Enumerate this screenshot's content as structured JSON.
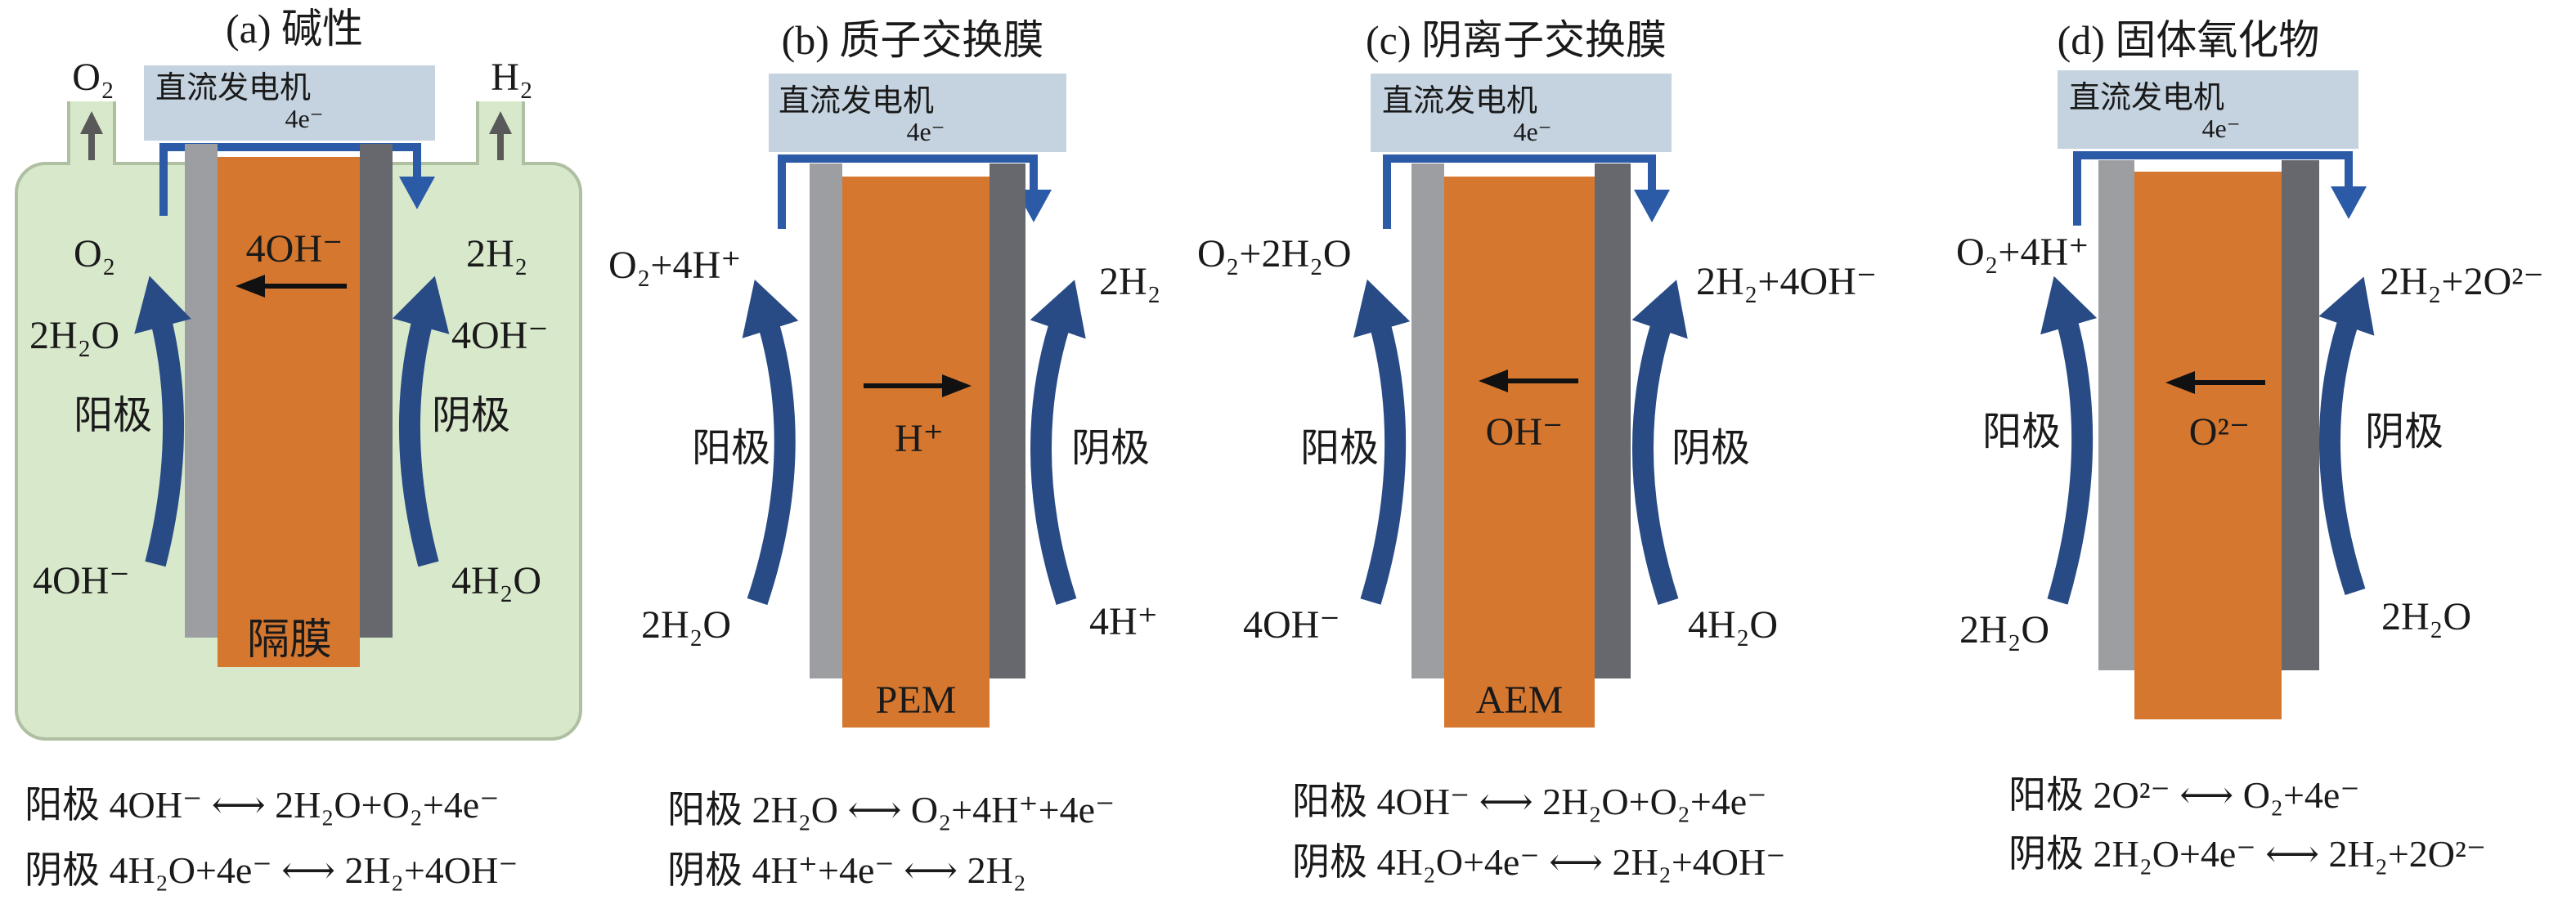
{
  "panels": [
    {
      "title": "(a) 碱性",
      "generator": {
        "label": "直流发电机",
        "electrons": "4e⁻"
      },
      "gas_outlets": {
        "left": "O₂",
        "right": "H₂"
      },
      "membrane": {
        "label": "隔膜",
        "ion": "4OH⁻",
        "ion_arrow_icon": "arrow-left-icon"
      },
      "anode": {
        "label": "阳极",
        "top": "O₂",
        "middle": "2H₂O",
        "bottom": "4OH⁻"
      },
      "cathode": {
        "label": "阴极",
        "top": "2H₂",
        "middle": "4OH⁻",
        "bottom": "4H₂O"
      },
      "equations": {
        "anode": "阳极 4OH⁻ ⟷ 2H₂O+O₂+4e⁻",
        "cathode": "阴极 4H₂O+4e⁻ ⟷ 2H₂+4OH⁻"
      }
    },
    {
      "title": "(b) 质子交换膜",
      "generator": {
        "label": "直流发电机",
        "electrons": "4e⁻"
      },
      "membrane": {
        "label": "PEM",
        "ion": "H⁺",
        "ion_arrow_icon": "arrow-right-icon"
      },
      "anode": {
        "label": "阳极",
        "top": "O₂+4H⁺",
        "bottom": "2H₂O"
      },
      "cathode": {
        "label": "阴极",
        "top": "2H₂",
        "bottom": "4H⁺"
      },
      "equations": {
        "anode": "阳极 2H₂O ⟷ O₂+4H⁺+4e⁻",
        "cathode": "阴极 4H⁺+4e⁻ ⟷ 2H₂"
      }
    },
    {
      "title": "(c) 阴离子交换膜",
      "generator": {
        "label": "直流发电机",
        "electrons": "4e⁻"
      },
      "membrane": {
        "label": "AEM",
        "ion": "OH⁻",
        "ion_arrow_icon": "arrow-left-icon"
      },
      "anode": {
        "label": "阳极",
        "top": "O₂+2H₂O",
        "bottom": "4OH⁻"
      },
      "cathode": {
        "label": "阴极",
        "top": "2H₂+4OH⁻",
        "bottom": "4H₂O"
      },
      "equations": {
        "anode": "阳极 4OH⁻ ⟷ 2H₂O+O₂+4e⁻",
        "cathode": "阴极 4H₂O+4e⁻ ⟷ 2H₂+4OH⁻"
      }
    },
    {
      "title": "(d) 固体氧化物",
      "generator": {
        "label": "直流发电机",
        "electrons": "4e⁻"
      },
      "membrane": {
        "ion": "O²⁻",
        "ion_arrow_icon": "arrow-left-icon"
      },
      "anode": {
        "label": "阳极",
        "top": "O₂+4H⁺",
        "bottom": "2H₂O"
      },
      "cathode": {
        "label": "阴极",
        "top": "2H₂+2O²⁻",
        "bottom": "2H₂O"
      },
      "equations": {
        "anode": "阳极 2O²⁻ ⟷ O₂+4e⁻",
        "cathode": "阴极 2H₂O+4e⁻ ⟷ 2H₂+2O²⁻"
      }
    }
  ],
  "colors": {
    "electrolyte": "#d8e8cb",
    "generator": "#c4d3df",
    "circuit": "#2b5aa7",
    "reaction_arrow": "#284b85",
    "anode_electrode": "#9d9ea2",
    "cathode_electrode": "#66686e",
    "membrane": "#d5772f",
    "ion_arrow": "#111111",
    "gas_arrow": "#595959"
  }
}
